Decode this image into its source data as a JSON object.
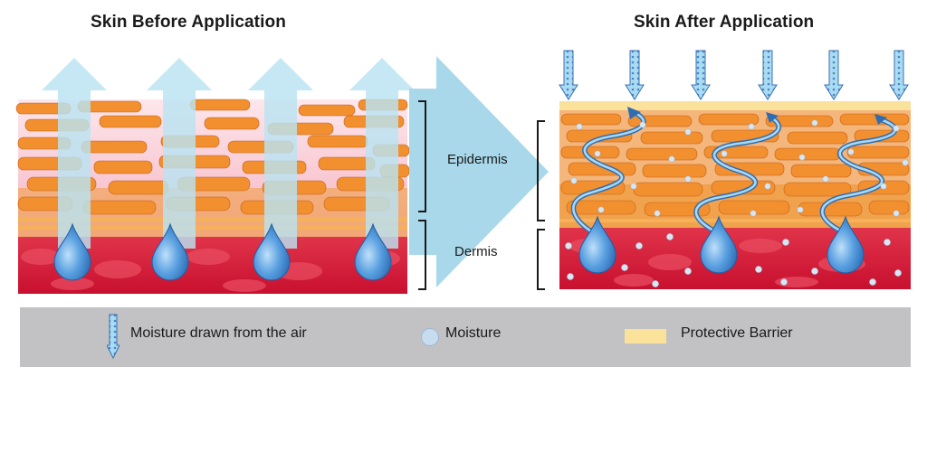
{
  "titles": {
    "before": "Skin Before Application",
    "after": "Skin After Application"
  },
  "layers": {
    "epidermis": "Epidermis",
    "dermis": "Dermis"
  },
  "legend": {
    "items": [
      {
        "label": "Moisture drawn from the air",
        "icon": "dotted-down-arrow-icon"
      },
      {
        "label": "Moisture",
        "icon": "moisture-dot-icon"
      },
      {
        "label": "Protective Barrier",
        "icon": "protective-barrier-swatch"
      }
    ]
  },
  "colors": {
    "moisture_blue": "#4f8fd0",
    "arrow_light_blue": "#a8d8ea",
    "barrier_yellow": "#fbe29a",
    "cell_orange": "#f28f2e",
    "dermis_red": "#d31d3c",
    "legend_gray": "#c2c2c4"
  }
}
